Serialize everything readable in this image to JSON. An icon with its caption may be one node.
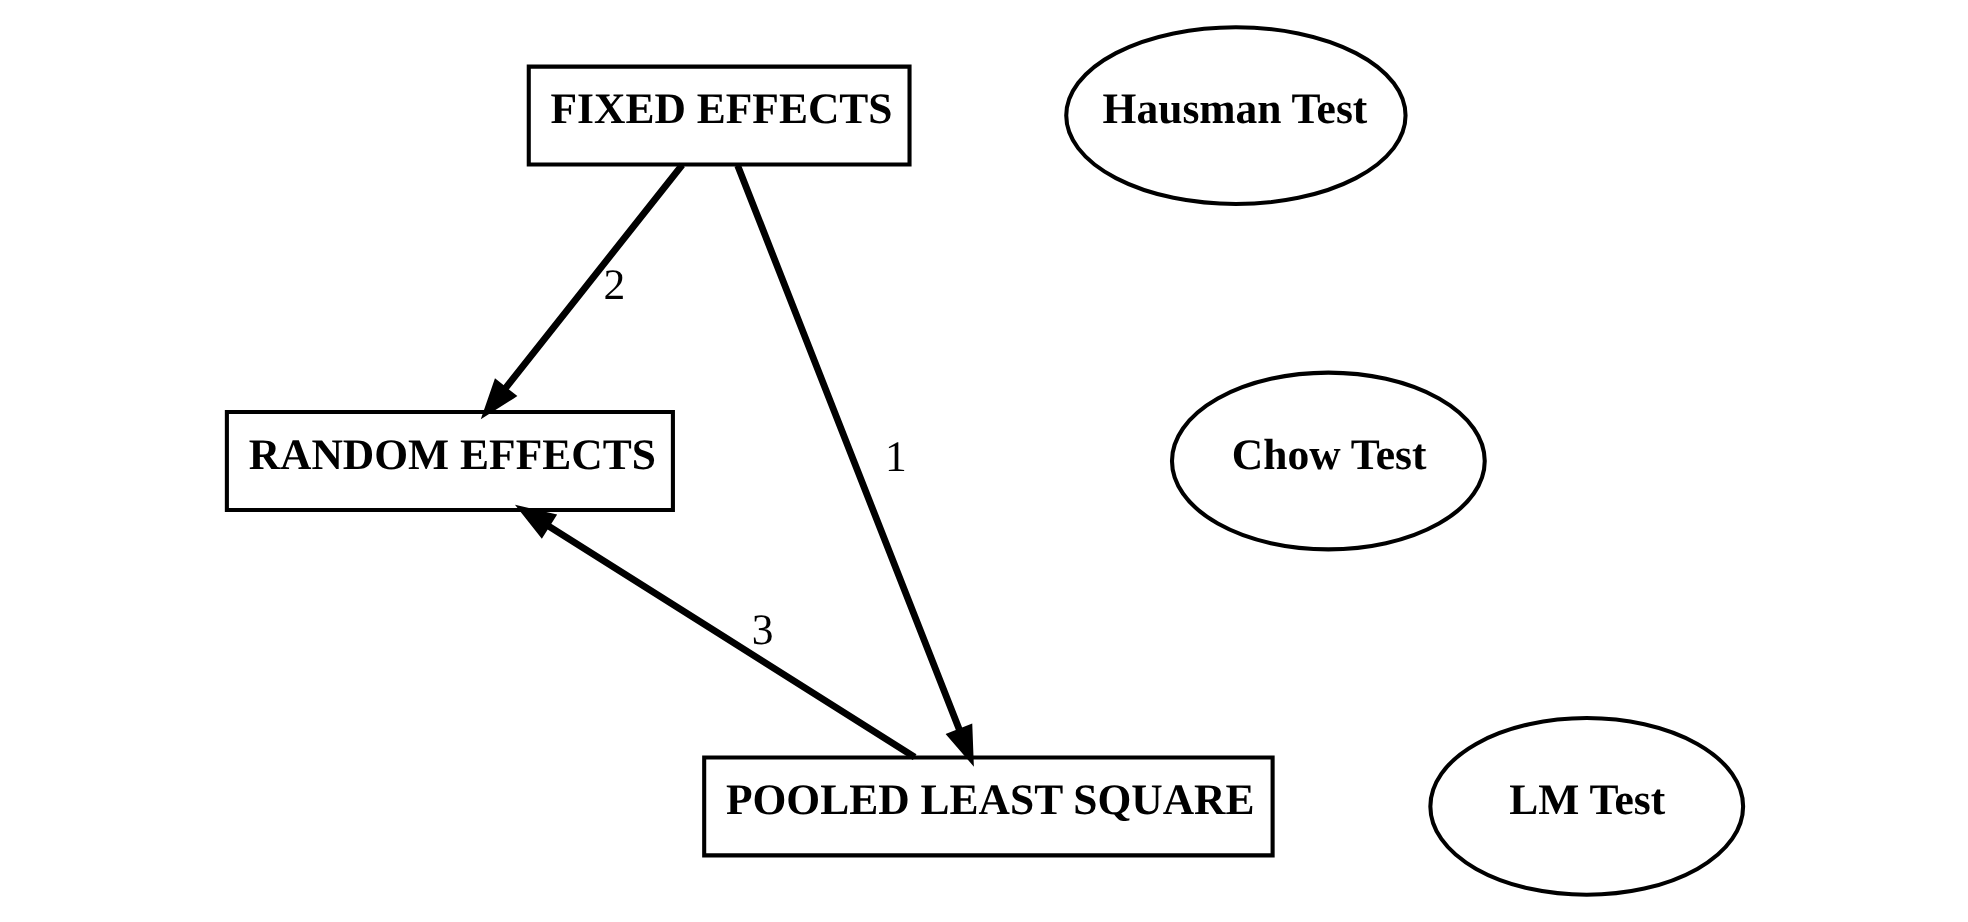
{
  "diagram": {
    "nodes": [
      {
        "text": [
          "FIXED EFFECTS"
        ]
      },
      {
        "text": [
          "Hausman Test"
        ]
      },
      {
        "text": [
          "Chow Test"
        ]
      },
      {
        "text": [
          "RANDOM EFFECTS"
        ]
      },
      {
        "text": [
          "LM Test"
        ]
      },
      {
        "text": [
          "POOLED LEAST SQUARE"
        ]
      }
    ],
    "edges": [
      {
        "from": 0,
        "to": 5,
        "arrow": "to",
        "label": "1"
      },
      {
        "from": 0,
        "to": 3,
        "arrow": "to",
        "label": "2"
      },
      {
        "from": 5,
        "to": 3,
        "arrow": "to",
        "label": "3"
      }
    ]
  }
}
